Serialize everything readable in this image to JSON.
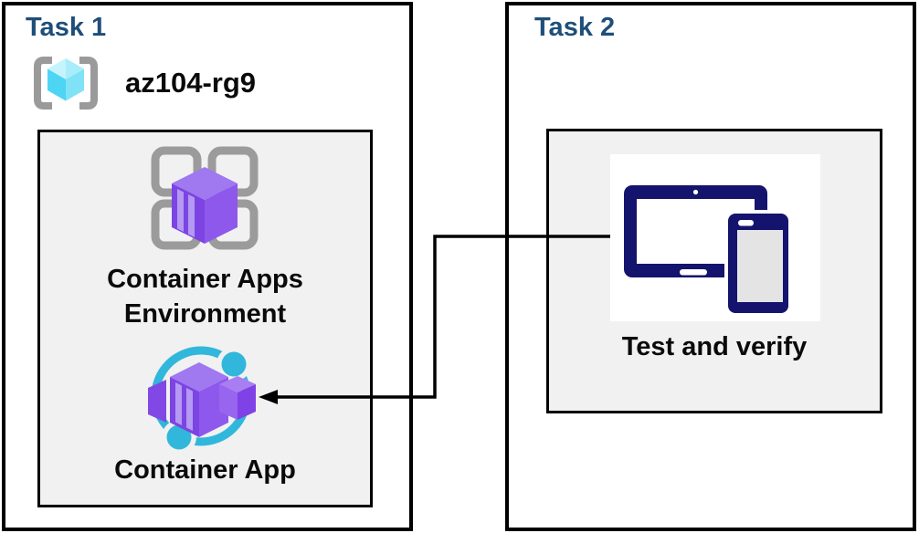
{
  "colors": {
    "task_title": "#1f4e79",
    "panel_border": "#000000",
    "inner_box_bg": "#f1f1f1",
    "label_text": "#0a0a0a",
    "device_navy": "#14146e",
    "app_ring_cyan": "#31b7db",
    "container_purple": "#7c44e2",
    "cube_cyan": "#4dd5f3",
    "bracket_gray": "#9a9a9a"
  },
  "task1": {
    "title": "Task 1",
    "resource_group": {
      "name": "az104-rg9",
      "icon": "resource-group-icon"
    },
    "environment": {
      "label": "Container Apps Environment",
      "icon": "container-apps-environment-icon"
    },
    "container_app": {
      "label": "Container App",
      "icon": "container-app-icon"
    }
  },
  "task2": {
    "title": "Task 2",
    "test_verify": {
      "label": "Test and verify",
      "icon": "devices-icon"
    }
  },
  "connector": {
    "from": "test-and-verify",
    "to": "container-app",
    "arrow_direction": "left"
  }
}
